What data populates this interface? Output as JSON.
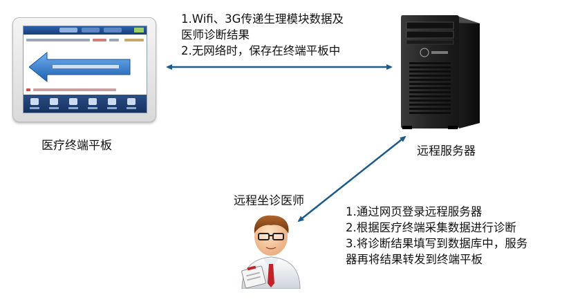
{
  "network_note": {
    "lines": [
      "1.Wifi、3G传递生理模块数据及",
      "医师诊断结果",
      "2.无网络时，保存在终端平板中"
    ]
  },
  "tablet": {
    "label": "医疗终端平板"
  },
  "server": {
    "label": "远程服务器"
  },
  "doctor": {
    "label": "远程坐诊医师"
  },
  "doctor_note": {
    "lines": [
      "1.通过网页登录远程服务器",
      "2.根据医疗终端采集数据进行诊断",
      "3.将诊断结果填写到数据库中，服务",
      "器再将结果转发到终端平板"
    ]
  },
  "colors": {
    "arrow": "#1a5a8c",
    "text": "#111111"
  }
}
